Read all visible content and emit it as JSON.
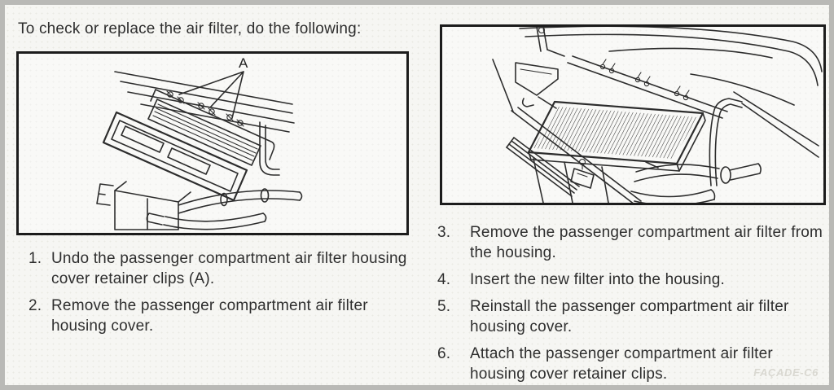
{
  "intro": {
    "text": "To check or replace the air filter, do the following:"
  },
  "figures": {
    "left": {
      "callout_label": "A"
    },
    "right": {}
  },
  "steps_left": [
    {
      "num": "1.",
      "text": "Undo the passenger compartment air filter housing cover retainer clips (A)."
    },
    {
      "num": "2.",
      "text": "Remove the passenger compartment air filter housing cover."
    }
  ],
  "steps_right": [
    {
      "num": "3.",
      "text": "Remove the passenger compartment air filter from the housing."
    },
    {
      "num": "4.",
      "text": "Insert the new filter into the housing."
    },
    {
      "num": "5.",
      "text": "Reinstall the passenger compartment air filter housing cover."
    },
    {
      "num": "6.",
      "text": "Attach the passenger compartment air filter housing cover retainer clips."
    }
  ],
  "watermark": {
    "text": "FAÇADE-C6"
  },
  "colors": {
    "ink": "#2d2d2d",
    "figure_frame": "#1c1c1c",
    "page_background": "#f6f6f3",
    "outer_border": "#b9b9b6",
    "watermark": "#d9d8d1"
  }
}
